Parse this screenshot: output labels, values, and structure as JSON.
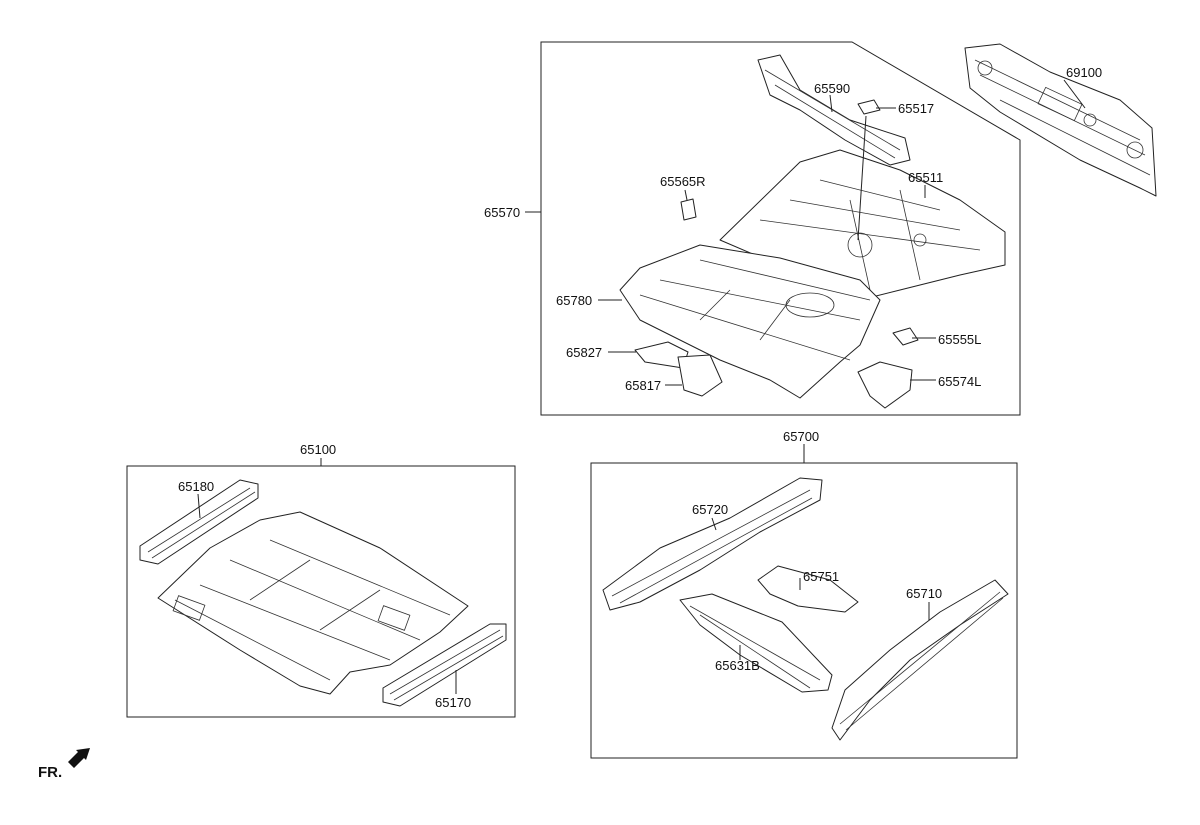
{
  "diagram": {
    "labels": {
      "p69100": "69100",
      "p65590": "65590",
      "p65517": "65517",
      "p65565R": "65565R",
      "p65511": "65511",
      "p65570": "65570",
      "p65780": "65780",
      "p65827": "65827",
      "p65555L": "65555L",
      "p65817": "65817",
      "p65574L": "65574L",
      "p65100": "65100",
      "p65180": "65180",
      "p65170": "65170",
      "p65700": "65700",
      "p65720": "65720",
      "p65751": "65751",
      "p65710": "65710",
      "p65631B": "65631B"
    },
    "direction_label": "FR."
  }
}
